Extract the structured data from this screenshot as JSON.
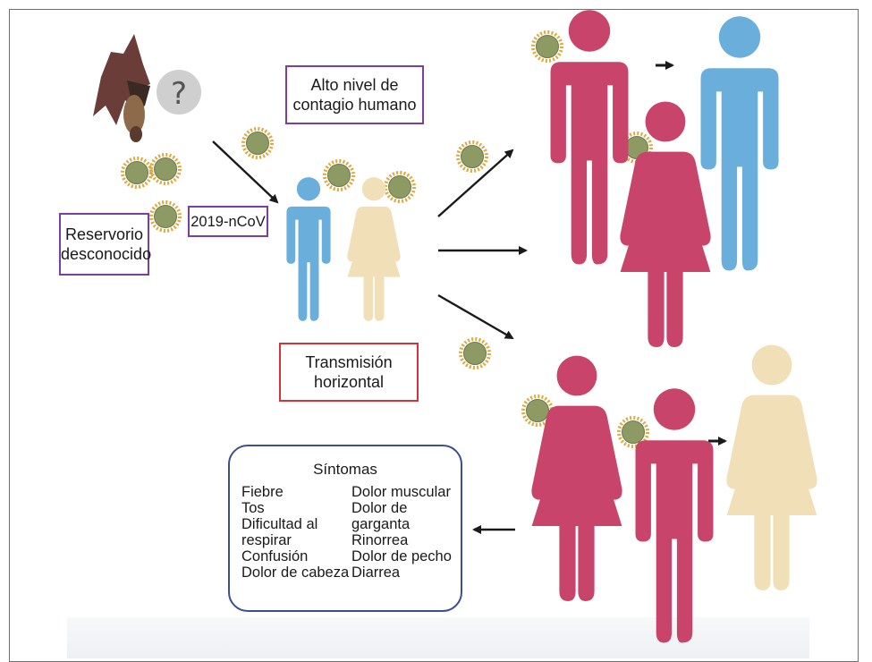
{
  "labels": {
    "reservoir": [
      "Reservorio",
      "desconocido"
    ],
    "virus_name": "2019-nCoV",
    "contagion": [
      "Alto nivel de",
      "contagio humano"
    ],
    "transmission": [
      "Transmisión",
      "horizontal"
    ]
  },
  "symptoms": {
    "title": "Síntomas",
    "left_column": [
      "Fiebre",
      "Tos",
      "Dificultad al",
      "respirar",
      "Confusión",
      "Dolor de cabeza"
    ],
    "right_column": [
      "Dolor muscular",
      "Dolor de garganta",
      "Rinorrea",
      "Dolor de pecho",
      "Diarrea"
    ]
  },
  "icons": {
    "bat": "bat-icon",
    "question": "question-mark-icon",
    "virus": "virus-particle-icon",
    "person": "person-icon"
  },
  "colors": {
    "infected": "#c8446a",
    "healthy_blue": "#6aafdb",
    "healthy_beige": "#f1dfb8",
    "virus_core": "#8e9a63",
    "virus_spike": "#e0a83c",
    "reservoir_border": "#7b3fa1",
    "transmission_border": "#d0343c",
    "symptoms_border": "#3c4f8f"
  }
}
